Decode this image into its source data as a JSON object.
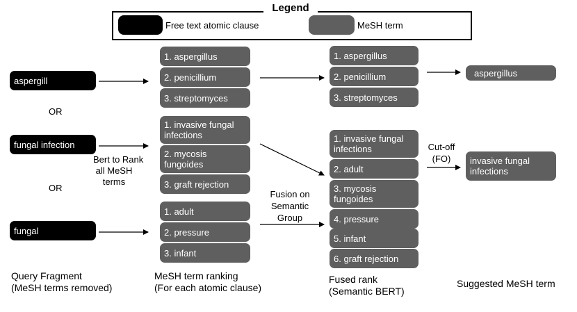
{
  "legend": {
    "title": "Legend",
    "free_text_label": "Free text atomic clause",
    "mesh_label": "MeSH term"
  },
  "query": {
    "clauses": [
      "aspergill",
      "fungal infection",
      "fungal"
    ],
    "or_labels": [
      "OR",
      "OR"
    ],
    "caption_line1": "Query Fragment",
    "caption_line2": "(MeSH terms removed)"
  },
  "ranking": {
    "bert_label": [
      "Bert to Rank",
      "all MeSH",
      "terms"
    ],
    "group1": [
      "1. aspergillus",
      "2. penicillium",
      "3. streptomyces"
    ],
    "group2": [
      "1. invasive fungal infections",
      "2. mycosis fungoides",
      "3. graft rejection"
    ],
    "group3": [
      "1. adult",
      "2. pressure",
      "3. infant"
    ],
    "caption_line1": "MeSH term ranking",
    "caption_line2": "(For each atomic clause)"
  },
  "fusion": {
    "label": [
      "Fusion on",
      "Semantic",
      "Group"
    ],
    "group1": [
      "1. aspergillus",
      "2. penicillium",
      "3. streptomyces"
    ],
    "group2": [
      "1. invasive fungal infections",
      "2. adult",
      "3. mycosis fungoides",
      "4. pressure",
      "5. infant",
      "6. graft rejection"
    ],
    "caption_line1": "Fused rank",
    "caption_line2": "(Semantic BERT)"
  },
  "suggested": {
    "cutoff_label": [
      "Cut-off",
      "(FO)"
    ],
    "terms": [
      "aspergillus",
      "invasive fungal infections"
    ],
    "caption": "Suggested MeSH term"
  }
}
